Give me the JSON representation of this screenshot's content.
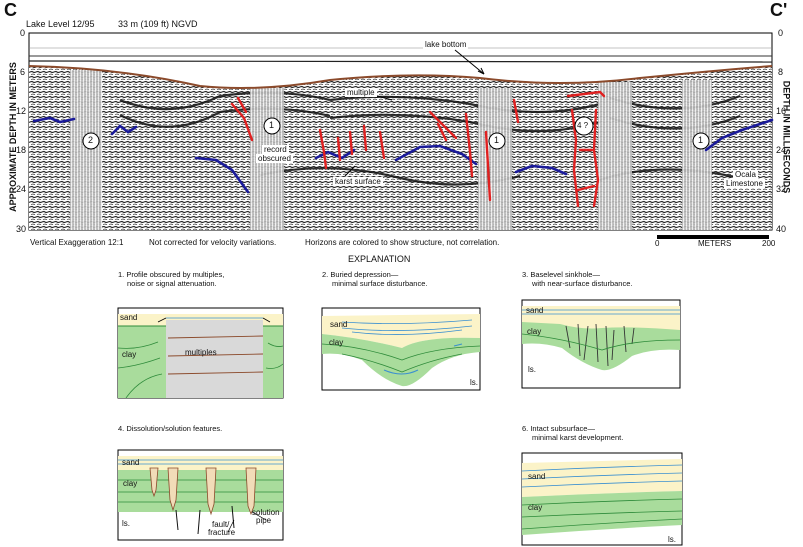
{
  "profile": {
    "left_letter": "C",
    "right_letter": "C'",
    "subtitle_left": "Lake Level 12/95",
    "subtitle_right": "33 m (109 ft) NGVD",
    "left_axis_label": "APPROXIMATE DEPTH IN METERS",
    "right_axis_label": "DEPTH IN MILLISECONDS",
    "left_ticks": [
      "0",
      "6",
      "12",
      "18",
      "24",
      "30"
    ],
    "right_ticks": [
      "0",
      "8",
      "16",
      "24",
      "32",
      "40"
    ],
    "annotations": {
      "lake_bottom": "lake bottom",
      "multiple": "multiple",
      "record_obscured_1": "record",
      "record_obscured_2": "obscured",
      "karst_surface": "karst surface",
      "ocala_1": "Ocala",
      "ocala_2": "Limestone"
    },
    "circled_labels": [
      "2",
      "1",
      "1",
      "4 ?",
      "1"
    ],
    "notes": {
      "vertical_exaggeration": "Vertical Exaggeration 12:1",
      "velocity": "Not corrected for velocity variations.",
      "horizons": "Horizons are colored to show structure, not correlation."
    },
    "scale": {
      "start": "0",
      "label": "METERS",
      "end": "200"
    }
  },
  "explanation": {
    "heading": "EXPLANATION",
    "panels": [
      {
        "title_1": "1. Profile obscured by multiples,",
        "title_2": "noise or signal attenuation.",
        "labels": {
          "sand": "sand",
          "clay": "clay",
          "multiples": "multiples"
        }
      },
      {
        "title_1": "2. Buried depression—",
        "title_2": "minimal surface disturbance.",
        "labels": {
          "sand": "sand",
          "clay": "clay",
          "ls": "ls."
        }
      },
      {
        "title_1": "3. Baselevel sinkhole—",
        "title_2": "with near-surface disturbance.",
        "labels": {
          "sand": "sand",
          "clay": "clay",
          "ls": "ls."
        }
      },
      {
        "title_1": "4. Dissolution/solution features.",
        "title_2": "",
        "labels": {
          "sand": "sand",
          "clay": "clay",
          "ls": "ls.",
          "fault_1": "fault/",
          "fault_2": "fracture",
          "pipe_1": "solution",
          "pipe_2": "pipe"
        }
      },
      {
        "title_1": "6. Intact subsurface—",
        "title_2": "minimal karst development.",
        "labels": {
          "sand": "sand",
          "clay": "clay",
          "ls": "ls."
        }
      }
    ]
  },
  "colors": {
    "horizon_blue": "#1a1a9a",
    "horizon_red": "#e02020",
    "lake_bottom_brown": "#8b4a2b",
    "sand_fill": "#fbf3c8",
    "clay_fill": "#a9dc9c",
    "clay_line": "#2e8b3a",
    "water_line": "#3a8fd0",
    "multiples_gray": "#d9d9d9"
  }
}
